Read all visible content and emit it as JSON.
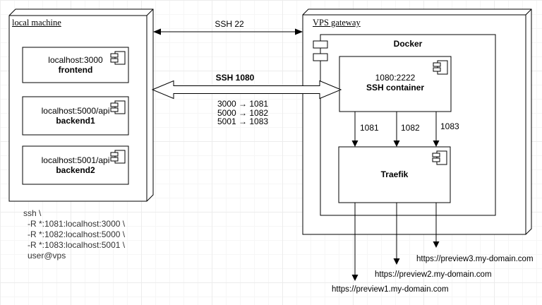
{
  "local_machine": {
    "title": "local machine",
    "components": [
      {
        "address": "localhost:3000",
        "name": "frontend"
      },
      {
        "address": "localhost:5000/api",
        "name": "backend1"
      },
      {
        "address": "localhost:5001/api",
        "name": "backend2"
      }
    ]
  },
  "vps_gateway": {
    "title": "VPS gateway",
    "docker": {
      "label": "Docker",
      "ssh_container": {
        "ports": "1080:2222",
        "name": "SSH container"
      },
      "traefik": {
        "name": "Traefik"
      }
    }
  },
  "connections": {
    "ssh22_label": "SSH 22",
    "ssh1080_label": "SSH 1080",
    "port_mappings": [
      "3000 → 1081",
      "5000 → 1082",
      "5001 → 1083"
    ],
    "internal_ports": [
      "1081",
      "1082",
      "1083"
    ],
    "urls": [
      "https://preview1.my-domain.com",
      "https://preview2.my-domain.com",
      "https://preview3.my-domain.com"
    ]
  },
  "ssh_command": {
    "lines": [
      "ssh \\",
      "-R *:1081:localhost:3000 \\",
      "-R *:1082:localhost:5000 \\",
      "-R *:1083:localhost:5001 \\",
      "user@vps"
    ]
  },
  "colors": {
    "stroke": "#000000",
    "fill": "#ffffff",
    "grid": "#ececec"
  }
}
